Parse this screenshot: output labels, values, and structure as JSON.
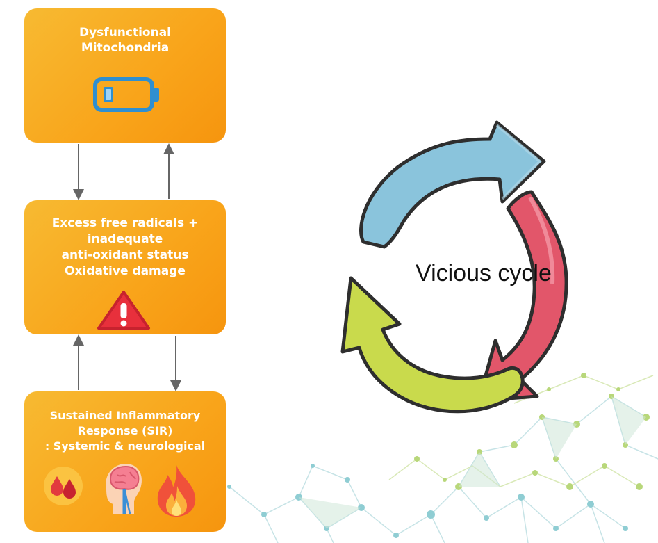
{
  "boxes": [
    {
      "lines": [
        "Dysfunctional",
        "Mitochondria"
      ],
      "icon": "battery-low-icon"
    },
    {
      "lines": [
        "Excess free radicals +",
        "inadequate",
        "anti-oxidant status",
        "Oxidative damage"
      ],
      "icon": "warning-icon"
    },
    {
      "lines": [
        "Sustained Inflammatory",
        "Response (SIR)",
        ": Systemic & neurological"
      ],
      "icons": [
        "blood-drops-icon",
        "brain-head-icon",
        "fire-icon"
      ]
    }
  ],
  "cycle": {
    "label": "Vicious cycle",
    "colors": {
      "blue": "#8ac4dc",
      "red": "#e2566a",
      "green": "#c9da4c"
    }
  },
  "colors": {
    "box": "#f9a81f",
    "connector": "#666666"
  }
}
